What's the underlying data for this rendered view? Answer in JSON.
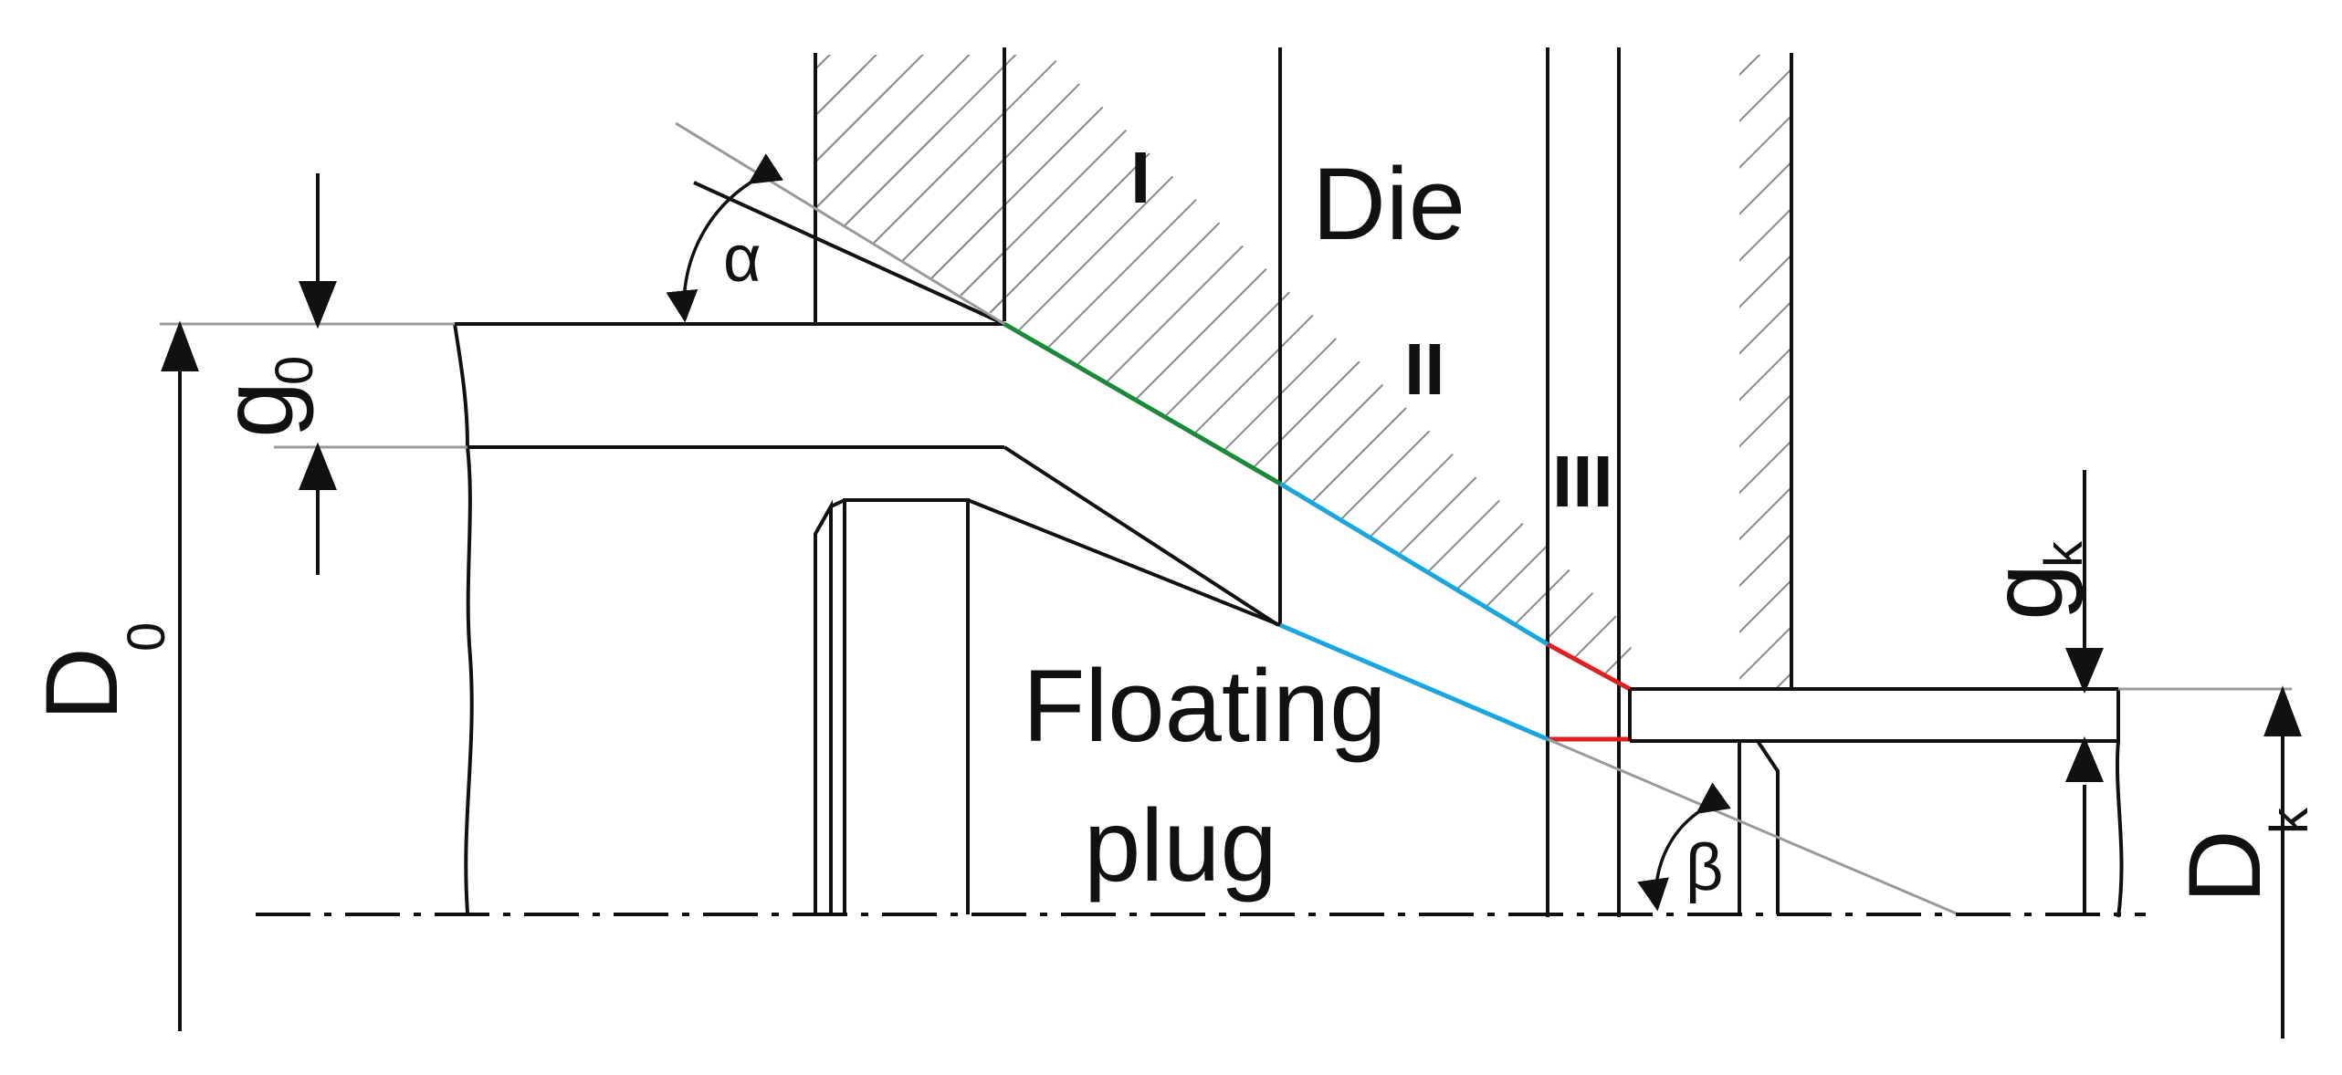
{
  "labels": {
    "die": "Die",
    "plug_line1": "Floating",
    "plug_line2": "plug",
    "alpha": "α",
    "beta": "β",
    "g0_main": "g",
    "g0_sub": "0",
    "gk_main": "g",
    "gk_sub": "k",
    "D0_main": "D",
    "D0_sub": "0",
    "Dk_main": "D",
    "Dk_sub": "k"
  },
  "zones": [
    {
      "label": "I",
      "color": "#1a8a3a"
    },
    {
      "label": "II",
      "color": "#1aa7e0"
    },
    {
      "label": "III",
      "color": "#e02020"
    }
  ],
  "colors": {
    "line": "#111111",
    "thin": "#9a9a9a",
    "hatch": "#8a8a8a"
  }
}
